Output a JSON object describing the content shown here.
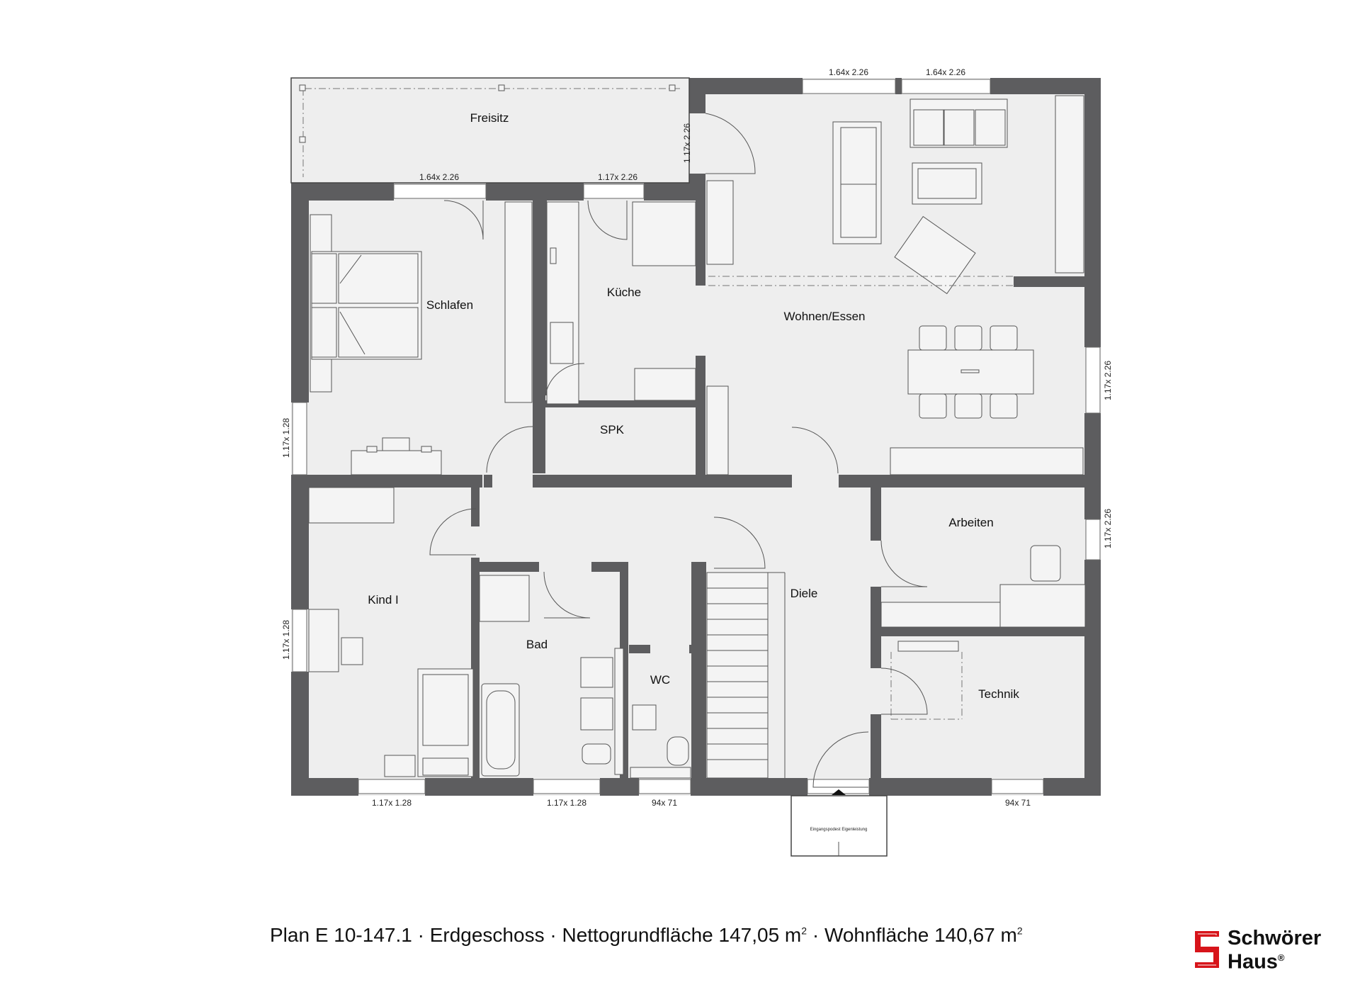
{
  "rooms": {
    "freisitz": "Freisitz",
    "schlafen": "Schlafen",
    "kueche": "Küche",
    "wohnen_essen": "Wohnen/Essen",
    "spk": "SPK",
    "kind": "Kind I",
    "bad": "Bad",
    "wc": "WC",
    "diele": "Diele",
    "arbeiten": "Arbeiten",
    "technik": "Technik"
  },
  "windows": {
    "top_1": "1.64x 2.26",
    "top_2": "1.64x 2.26",
    "freisitz_door": "1.17x 2.26",
    "schlafen_top": "1.64x 2.26",
    "kueche_top": "1.17x 2.26",
    "schlafen_left": "1.17x 1.28",
    "kind_left": "1.17x 1.28",
    "right_wohnen": "1.17x 2.26",
    "right_arbeiten": "1.17x 2.26",
    "bottom_kind": "1.17x 1.28",
    "bottom_bad": "1.17x 1.28",
    "bottom_wc": "94x 71",
    "bottom_technik": "94x 71"
  },
  "entrance_note": "Eingangspodest Eigenleistung",
  "caption": {
    "plan": "Plan E 10-147.1",
    "sep1": " · ",
    "floor": "Erdgeschoss",
    "sep2": " · ",
    "net_area": "Nettogrundfläche 147,05 m",
    "sup1": "2",
    "sep3": " · ",
    "living_area": "Wohnfläche 140,67 m",
    "sup2": "2"
  },
  "logo": {
    "line1": "Schwörer",
    "line2": "Haus",
    "mark": "®",
    "color": "#d7141a"
  },
  "colors": {
    "wall": "#5d5d5f",
    "floor": "#eeeeee",
    "furniture": "#f4f4f4"
  }
}
